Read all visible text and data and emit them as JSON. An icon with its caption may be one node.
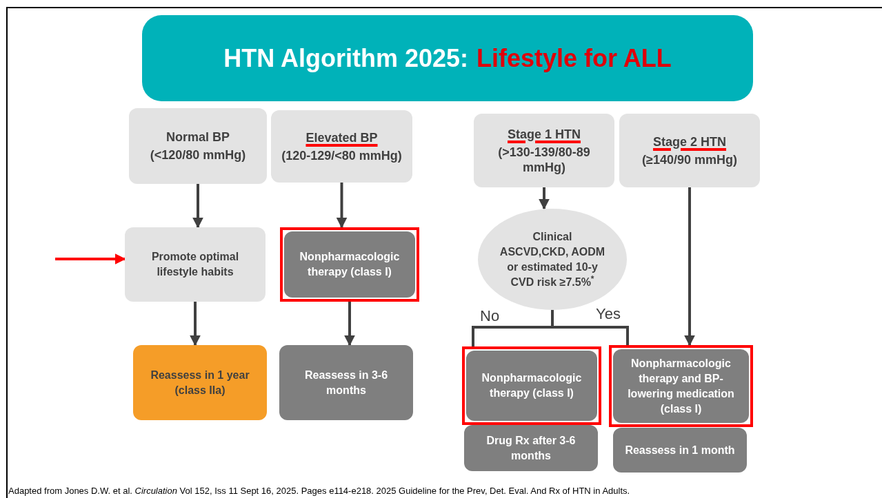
{
  "diagram": {
    "caption": "Adapted from Jones D.W. et al. *Circulation* Vol 152, Iss 11 Sept 16, 2025. Pages e114-e218. 2025 Guideline for the Prev, Det. Eval. And Rx of HTN in Adults.",
    "nodes": [
      {
        "text": [
          "HTN Algorithm 2025:",
          "Lifestyle for ALL"
        ]
      },
      {
        "text": [
          "Normal BP",
          "(<120/80 mmHg)"
        ]
      },
      {
        "text": [
          "Elevated BP",
          "(120-129/<80 mmHg)"
        ]
      },
      {
        "text": [
          "Stage 1 HTN",
          "(>130-139/80-89 mmHg)"
        ]
      },
      {
        "text": [
          "Stage 2 HTN",
          "(≥140/90 mmHg)"
        ]
      },
      {
        "text": [
          "Promote optimal lifestyle habits"
        ]
      },
      {
        "text": [
          "Nonpharmacologic therapy (class I)"
        ]
      },
      {
        "text": [
          "Clinical ASCVD,CKD, AODM or estimated 10-y CVD risk ≥7.5%$^{*}$"
        ]
      },
      {
        "text": [
          "Reassess in 1 year (class IIa)"
        ]
      },
      {
        "text": [
          "Reassess in 3-6 months"
        ]
      },
      {
        "text": [
          "Nonpharmacologic therapy (class I)"
        ]
      },
      {
        "text": [
          "Nonpharmacologic therapy and BP-lowering medication (class I)"
        ]
      },
      {
        "text": [
          "Drug Rx after 3-6 months"
        ]
      },
      {
        "text": [
          "Reassess in 1 month"
        ]
      }
    ],
    "edges": [
      {
        "from": 1,
        "to": 5,
        "arrow": "to"
      },
      {
        "from": 5,
        "to": 8,
        "arrow": "to"
      },
      {
        "from": 2,
        "to": 6,
        "arrow": "to"
      },
      {
        "from": 6,
        "to": 9,
        "arrow": "to"
      },
      {
        "from": 3,
        "to": 7,
        "arrow": "to"
      },
      {
        "from": 7,
        "to": 10,
        "arrow": "none",
        "label": "No"
      },
      {
        "from": 7,
        "to": 11,
        "arrow": "none",
        "label": "Yes"
      },
      {
        "from": 4,
        "to": 11,
        "arrow": "to"
      },
      {
        "from": null,
        "to": 5,
        "arrow": "to",
        "color": "#ff0000"
      }
    ]
  }
}
